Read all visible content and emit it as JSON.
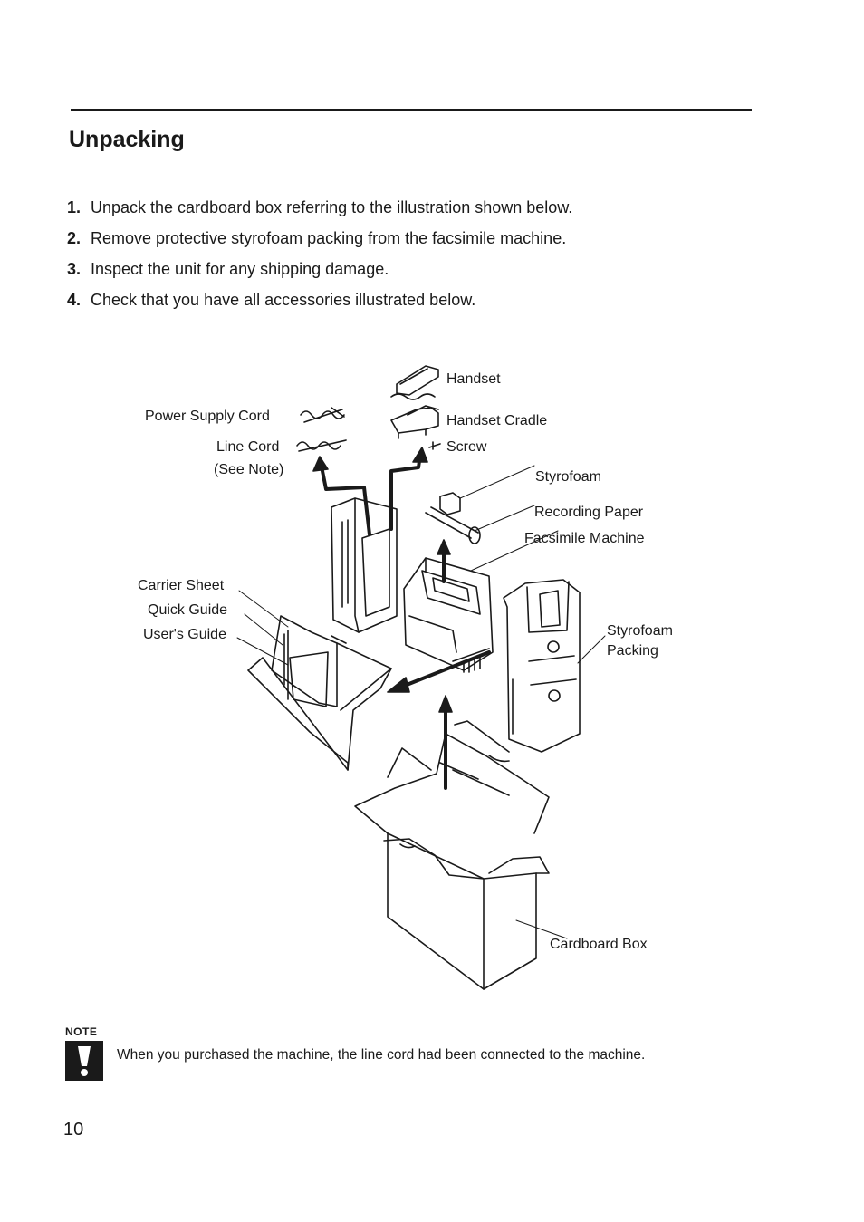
{
  "section_title": "Unpacking",
  "steps": [
    {
      "num": "1.",
      "text": "Unpack the cardboard box referring to the illustration shown below."
    },
    {
      "num": "2.",
      "text": "Remove protective styrofoam packing from the facsimile machine."
    },
    {
      "num": "3.",
      "text": "Inspect the unit for any shipping damage."
    },
    {
      "num": "4.",
      "text": "Check that you have all accessories illustrated below."
    }
  ],
  "diagram_labels": {
    "handset": "Handset",
    "power_cord": "Power Supply Cord",
    "handset_cradle": "Handset Cradle",
    "line_cord": "Line Cord",
    "see_note": "(See Note)",
    "screw": "Screw",
    "styrofoam_top": "Styrofoam",
    "recording_paper": "Recording Paper",
    "facsimile_machine": "Facsimile Machine",
    "carrier_sheet": "Carrier Sheet",
    "quick_guide": "Quick Guide",
    "users_guide": "User's Guide",
    "styrofoam_packing_1": "Styrofoam",
    "styrofoam_packing_2": "Packing",
    "cardboard_box": "Cardboard Box"
  },
  "note": {
    "label": "NOTE",
    "text": "When you purchased the machine, the line cord had been connected to the machine."
  },
  "page_number": "10",
  "icons": {
    "note": "exclamation-icon"
  }
}
